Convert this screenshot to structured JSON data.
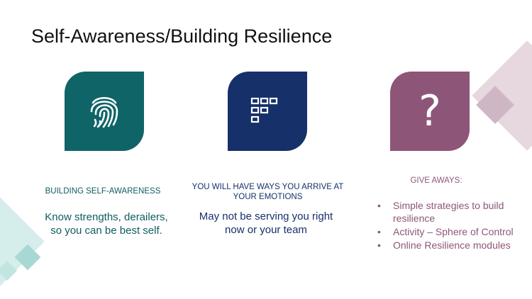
{
  "slide": {
    "title": "Self-Awareness/Building Resilience"
  },
  "columns": [
    {
      "icon": "fingerprint-icon",
      "tile_color": "#0f6468",
      "heading": "BUILDING SELF-AWARENESS",
      "body_line1": "Know strengths, derailers,",
      "body_line2": "so you can be best self."
    },
    {
      "icon": "keypad-grid-icon",
      "tile_color": "#16306a",
      "heading_line1": "YOU WILL HAVE WAYS YOU ARRIVE AT",
      "heading_line2": "YOUR EMOTIONS",
      "body_line1": "May not be serving you right",
      "body_line2": "now or your team"
    },
    {
      "icon": "question-mark-icon",
      "tile_color": "#8d5678",
      "glyph": "?",
      "heading": "GIVE AWAYS:",
      "items": [
        {
          "line1": "Simple strategies to build",
          "line2": "resilience"
        },
        {
          "line1": "Activity – Sphere of Control"
        },
        {
          "line1": "Online Resilience modules"
        }
      ]
    }
  ],
  "colors": {
    "teal": "#0f6468",
    "navy": "#16306a",
    "plum": "#8d5678"
  }
}
